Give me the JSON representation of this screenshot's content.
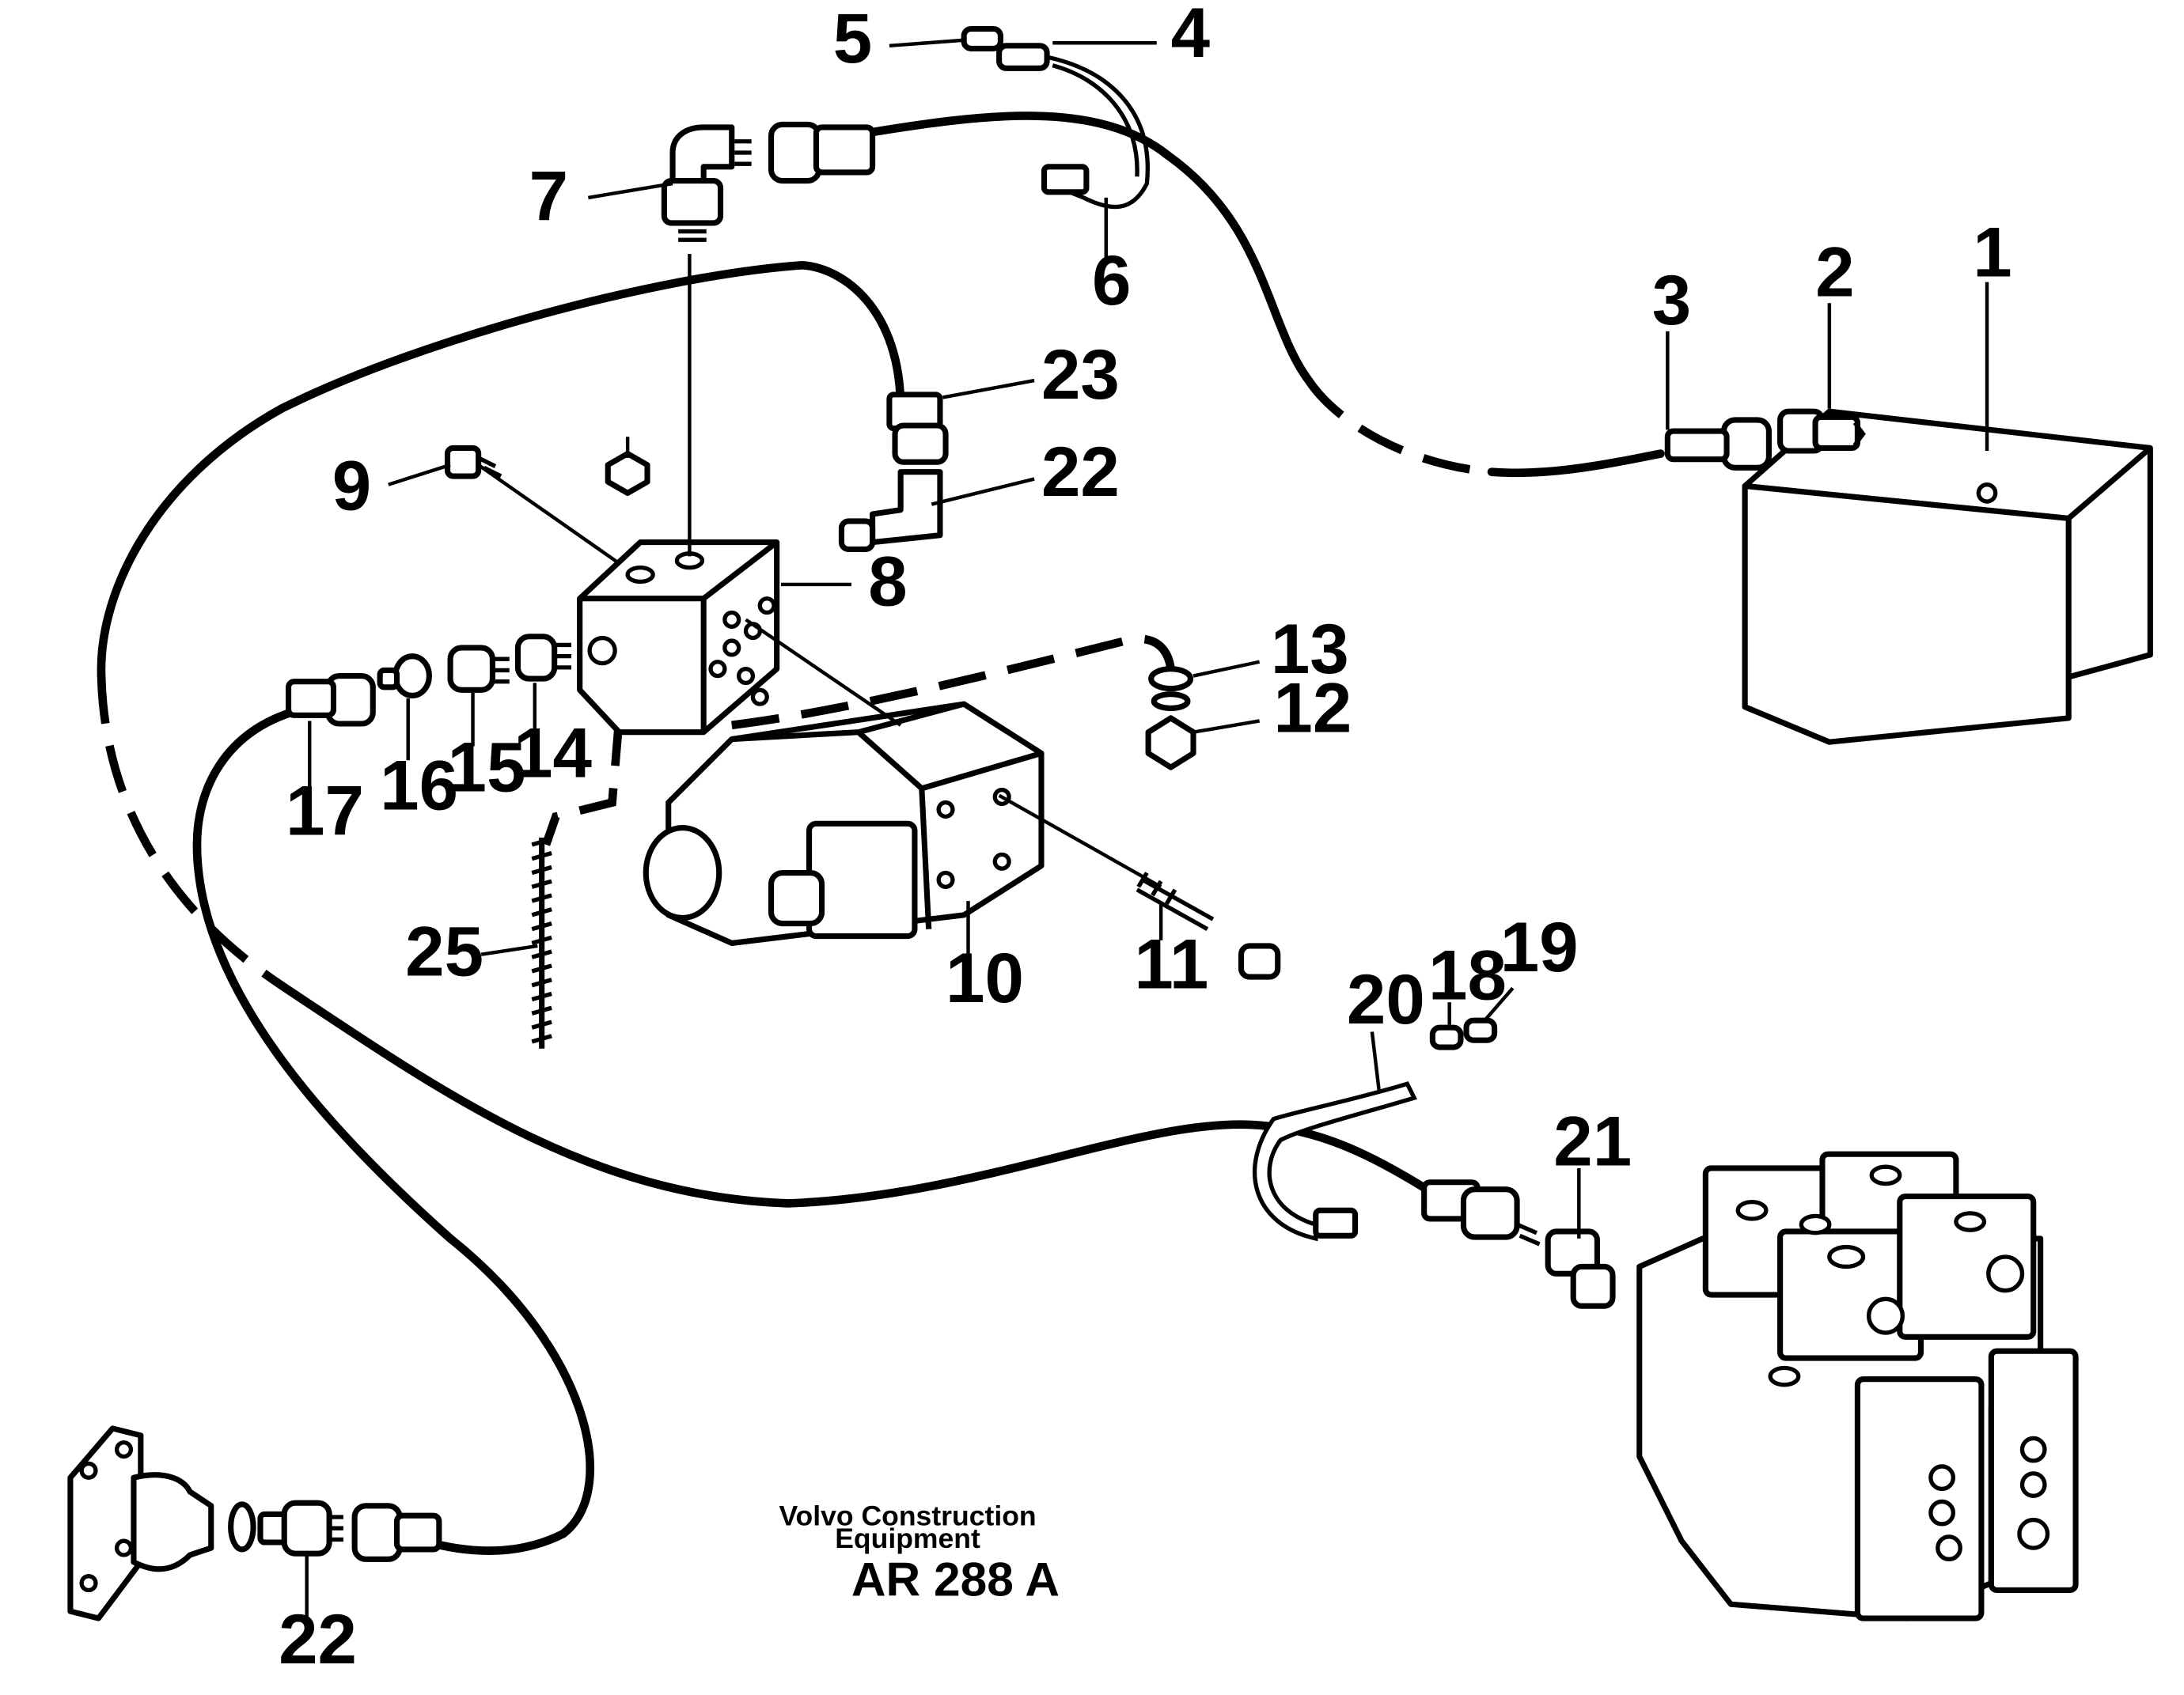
{
  "diagram": {
    "callouts": [
      "1",
      "2",
      "3",
      "4",
      "5",
      "6",
      "7",
      "8",
      "9",
      "10",
      "11",
      "12",
      "13",
      "14",
      "15",
      "16",
      "17",
      "18",
      "19",
      "20",
      "21",
      "22",
      "23",
      "25"
    ],
    "credit_line1": "Volvo Construction",
    "credit_line2": "Equipment",
    "drawing_code": "AR 288 A"
  }
}
